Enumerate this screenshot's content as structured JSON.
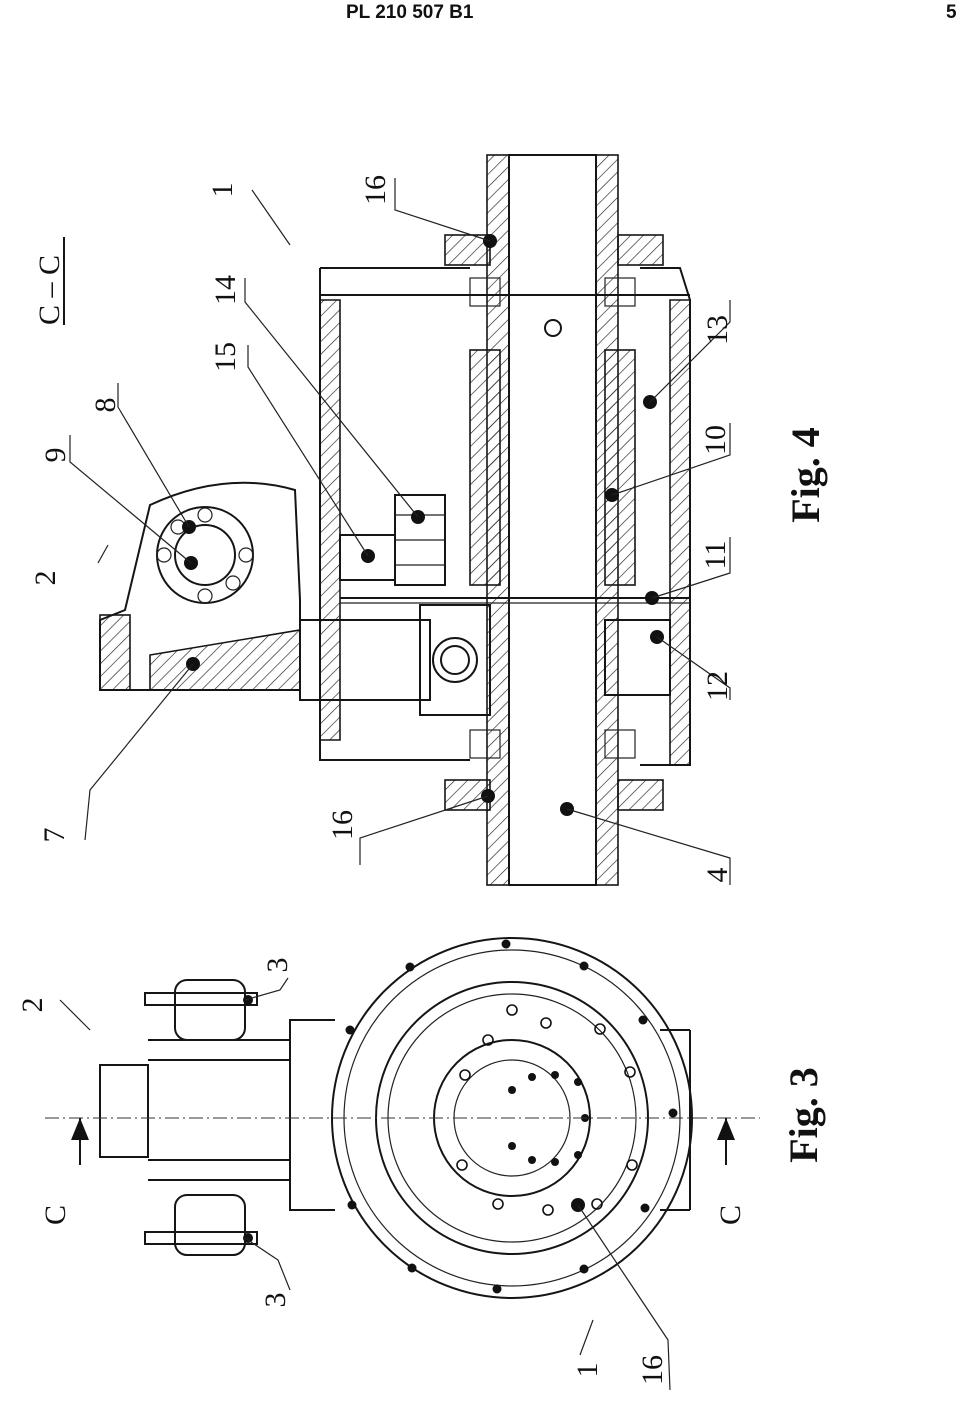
{
  "header": {
    "patent_number": "PL 210 507 B1",
    "page_number": "5"
  },
  "figure3": {
    "caption": "Fig. 3",
    "section_marks": [
      "C",
      "C"
    ],
    "labels": [
      "1",
      "2",
      "3",
      "3",
      "16"
    ]
  },
  "figure4": {
    "caption": "Fig. 4",
    "section_title": "C – C",
    "labels": [
      "1",
      "2",
      "4",
      "7",
      "8",
      "9",
      "10",
      "11",
      "12",
      "13",
      "14",
      "15",
      "16",
      "16"
    ]
  }
}
